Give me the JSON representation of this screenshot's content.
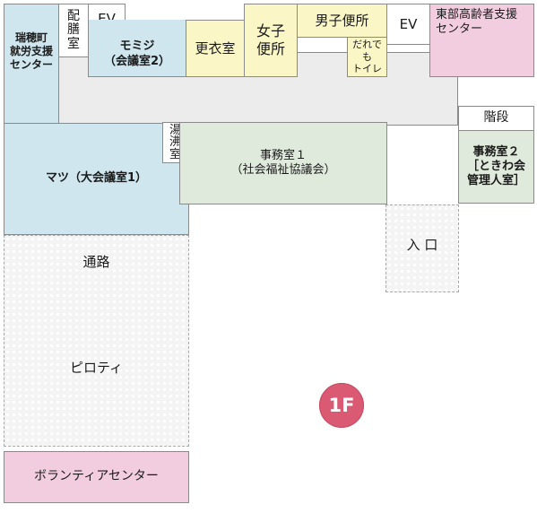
{
  "floor": {
    "badge": "1F",
    "badge_color": "#d95a72"
  },
  "colors": {
    "gray": "#ececec",
    "blue": "#cfe6ee",
    "yellow": "#fbf6c6",
    "pink": "#f2cde0",
    "green": "#dfe9dc"
  },
  "rooms": {
    "mizuho_center": "瑞穂町\n就労支援\nセンター",
    "haizen": "配\n膳\n室",
    "ev_left": "EV",
    "momiji": "モミジ\n（会議室2）",
    "koui": "更衣室",
    "joshi_benjo": "女子\n便所",
    "danshi_benjo": "男子便所",
    "daredemo_toilet": "だれでも\nトイレ",
    "ev_right": "EV",
    "tobu_center": "東部高齢者支援\nセンター",
    "kaidan": "階段",
    "matsu": "マツ（大会議室1）",
    "yuwakashi": "湯\n沸\n室",
    "jimu1": "事務室１\n（社会福祉協議会）",
    "jimu2": "事務室２\n［ときわ会\n管理人室］",
    "iriguchi": "入 口",
    "tsuro": "通路",
    "piloti": "ピロティ",
    "volunteer": "ボランティアセンター"
  }
}
